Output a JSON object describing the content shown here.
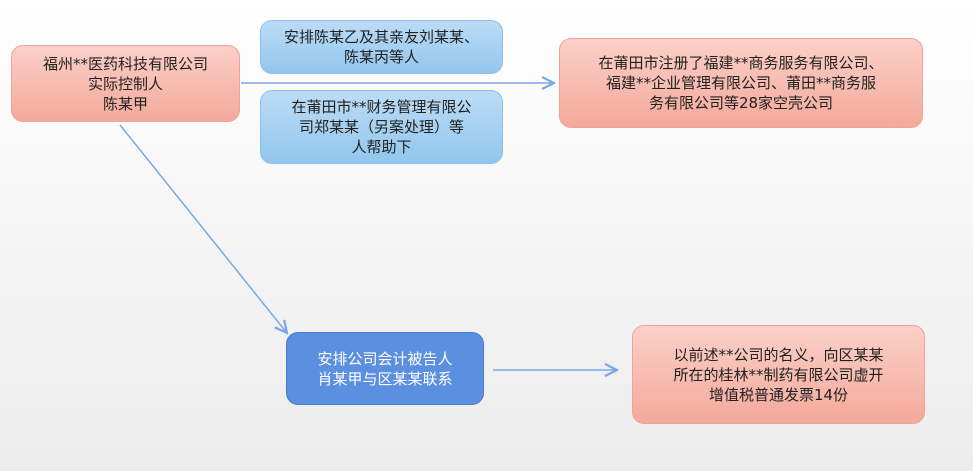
{
  "nodes": {
    "controller": [
      "福州**医药科技有限公司",
      "实际控制人",
      "陈某甲"
    ],
    "helpers1": [
      "安排陈某乙及其亲友刘某某、",
      "陈某丙等人"
    ],
    "helpers2": [
      "在莆田市**财务管理有限公",
      "司郑某某（另案处理）等",
      "人帮助下"
    ],
    "shell_companies": [
      "在莆田市注册了福建**商务服务有限公司、",
      "福建**企业管理有限公司、莆田**商务服",
      "务有限公司等28家空壳公司"
    ],
    "accountant": [
      "安排公司会计被告人",
      "肖某甲与区某某联系"
    ],
    "invoices": [
      "以前述**公司的名义，向区某某",
      "所在的桂林**制药有限公司虚开",
      "增值税普通发票14份"
    ]
  },
  "colors": {
    "pink": "#f4a99b",
    "light_blue": "#92c6ee",
    "dark_blue": "#5b8fe0",
    "arrow": "#7aa7e6"
  }
}
